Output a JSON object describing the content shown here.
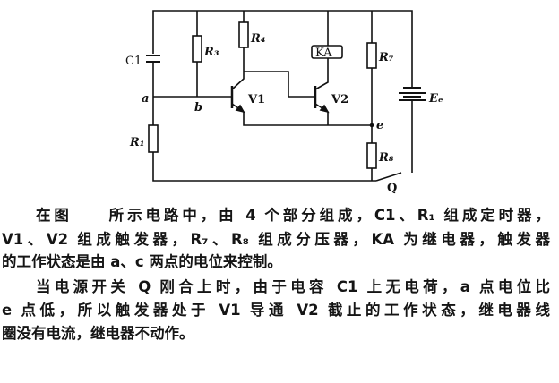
{
  "diagram": {
    "labels": {
      "c1": "C1",
      "r_b": "R₃",
      "r_c": "R₄",
      "r1": "R₁",
      "r7": "R₇",
      "r8": "R₈",
      "ka": "KA",
      "v1": "V1",
      "v2": "V2",
      "ec": "Eₑ",
      "a": "a",
      "b": "b",
      "e": "e",
      "q": "Q"
    }
  },
  "text": {
    "lines": [
      "在图　　所示电路中，由 4 个部分组成，C1、R₁ 组成定时器，",
      "V1、V2 组成触发器，R₇、R₈ 组成分压器，KA 为继电器，触发器",
      "的工作状态是由 a、c 两点的电位来控制。",
      "当电源开关 Q 刚合上时，由于电容 C1 上无电荷，a 点电位比",
      "e 点低，所以触发器处于 V1 导通 V2 截止的工作状态，继电器线",
      "圈没有电流，继电器不动作。"
    ]
  }
}
